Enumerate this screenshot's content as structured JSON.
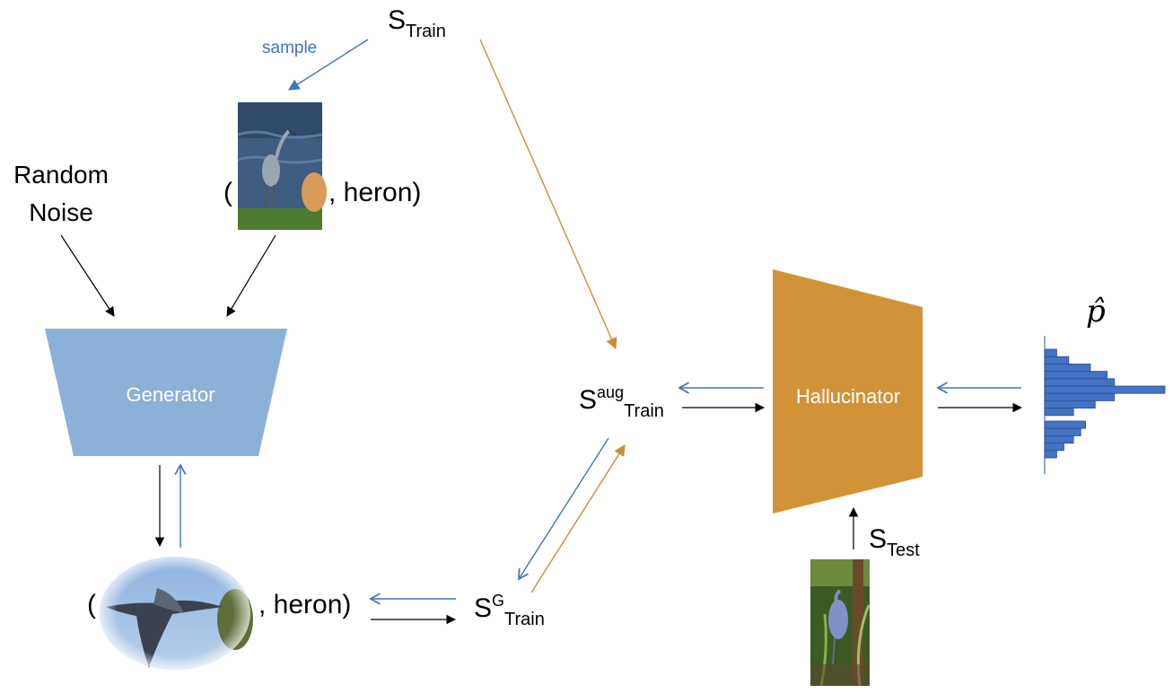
{
  "nodes": {
    "s_train": {
      "base": "S",
      "sub": "Train"
    },
    "sample_label": "sample",
    "random_noise": {
      "line1": "Random",
      "line2": "Noise"
    },
    "real_pair": {
      "open": "(",
      "close": ", heron)"
    },
    "generator": "Generator",
    "gen_pair": {
      "open": "(",
      "close": ", heron)"
    },
    "s_g_train": {
      "base": "S",
      "sup": "G",
      "sub": "Train"
    },
    "s_aug_train": {
      "base": "S",
      "sup": "aug",
      "sub": "Train"
    },
    "hallucinator": "Hallucinator",
    "s_test": {
      "base": "S",
      "sub": "Test"
    },
    "p_hat": "p̂"
  },
  "colors": {
    "blue": "#4472c4",
    "orange": "#c98e3b",
    "generator_fill": "#8cb1d8",
    "hallucinator_fill": "#d29338",
    "black": "#000000"
  },
  "histogram": {
    "upper_bins": [
      0.1,
      0.2,
      0.38,
      0.52,
      0.58,
      1.0,
      0.58,
      0.42,
      0.24
    ],
    "lower_bins": [
      0.34,
      0.3,
      0.24,
      0.16,
      0.1
    ]
  },
  "icons": [
    "heron-standing-photo",
    "heron-flying-photo",
    "heron-test-photo"
  ]
}
